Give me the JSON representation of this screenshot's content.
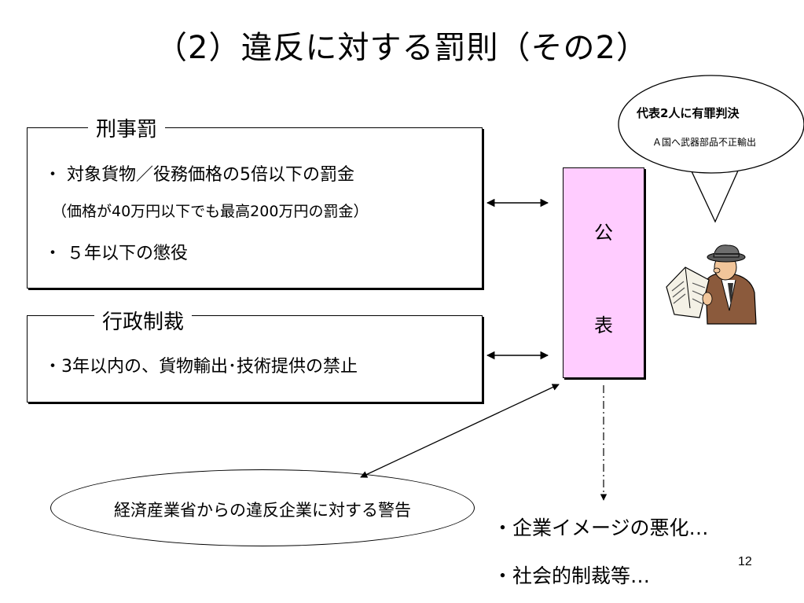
{
  "title": "（2）違反に対する罰則（その2）",
  "criminal": {
    "label": "刑事罰",
    "items": [
      "・ 対象貨物／役務価格の5倍以下の罰金",
      "（価格が40万円以下でも最高200万円の罰金）",
      "・ ５年以下の懲役"
    ]
  },
  "administrative": {
    "label": "行政制裁",
    "items": [
      "・3年以内の、貨物輸出･技術提供の禁止"
    ]
  },
  "publication": {
    "char_1": "公",
    "char_2": "表"
  },
  "warning": "経済産業省からの違反企業に対する警告",
  "effects": [
    "・企業イメージの悪化…",
    "・社会的制裁等…"
  ],
  "speech_bubble": {
    "headline": "代表2人に有罪判決",
    "subline": "Ａ国へ武器部品不正輸出"
  },
  "page_number": "12"
}
